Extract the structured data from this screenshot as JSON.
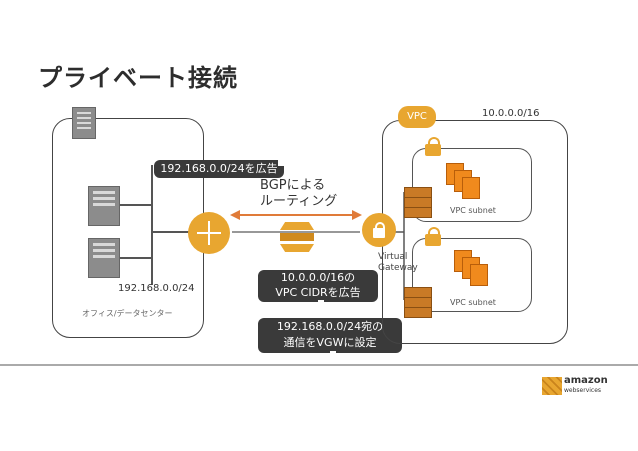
{
  "title": "プライベート接続",
  "vpc_badge": "VPC",
  "vpc_cidr": "10.0.0.0/16",
  "onprem": {
    "label": "オフィス/データセンター",
    "cidr": "192.168.0.0/24"
  },
  "bgp_label_line1": "BGPによる",
  "bgp_label_line2": "ルーティング",
  "callouts": {
    "advertise_onprem": "192.168.0.0/24を広告",
    "advertise_vpc_line1": "10.0.0.0/16の",
    "advertise_vpc_line2": "VPC CIDRを広告",
    "route_line1": "192.168.0.0/24宛の",
    "route_line2": "通信をVGWに設定"
  },
  "vgw_label_line1": "Virtual",
  "vgw_label_line2": "Gateway",
  "subnets": [
    {
      "label": "VPC subnet"
    },
    {
      "label": "VPC subnet"
    }
  ],
  "brand": {
    "name": "amazon",
    "sub": "webservices"
  },
  "colors": {
    "orange": "#e8a630",
    "arrow": "#e07b39",
    "dark": "#3a3a3a"
  }
}
